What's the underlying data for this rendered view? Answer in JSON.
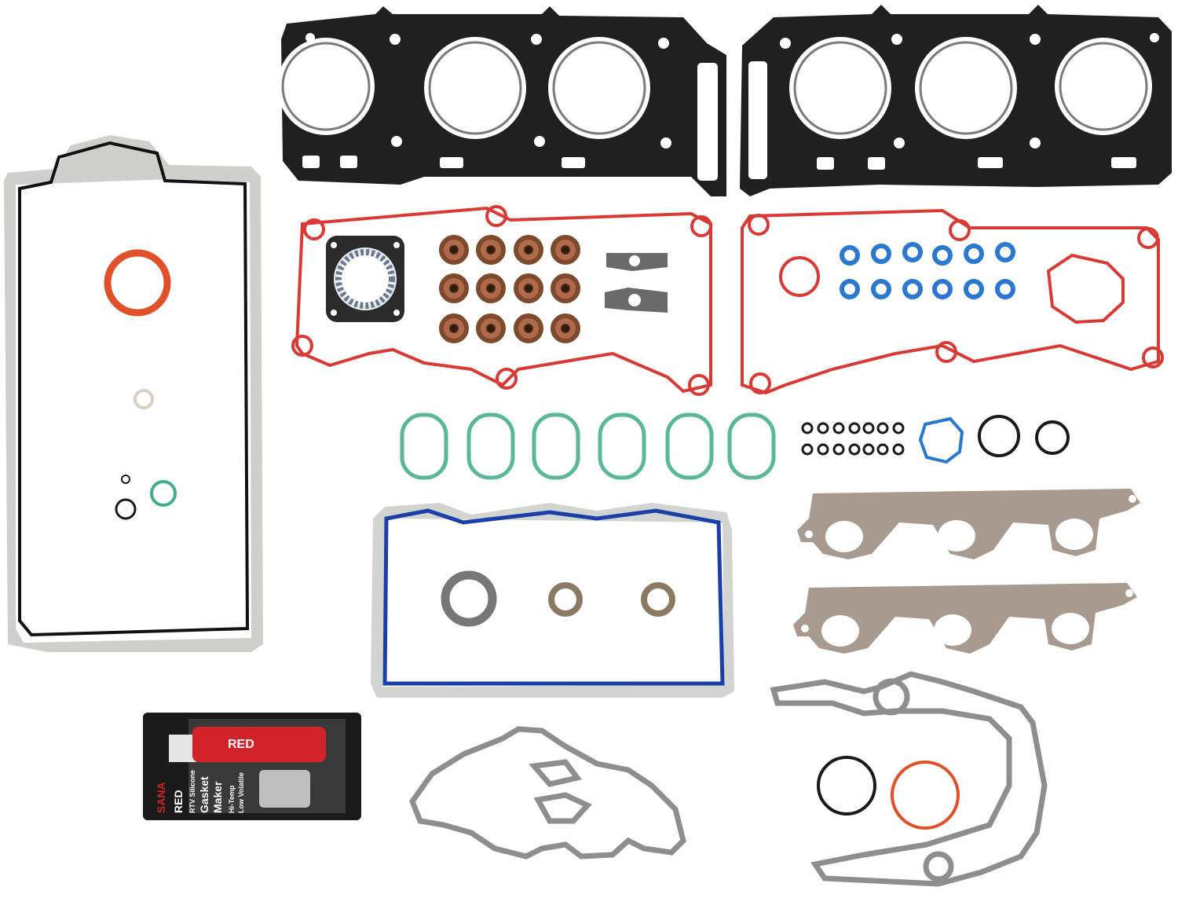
{
  "scene": {
    "background": "#ffffff",
    "colors": {
      "head_gasket": "#1e1e1e",
      "valve_cover": "#d93a35",
      "intake": "#5bb79a",
      "oil_pan_frame": "#cfd0cc",
      "oil_pan_bead": "#1a3fa8",
      "exhaust": "#a89a8e",
      "valve_seal": "#7d4a2e",
      "o_ring_blue": "#2a78d0",
      "o_ring_black": "#1a1a1a",
      "o_ring_orange": "#e0512a",
      "o_ring_green": "#3fb08a",
      "rtv_card": "#1a1a1a",
      "rtv_tube": "#d2232a"
    },
    "parts": {
      "head_gasket_left": {
        "label": "head-gasket"
      },
      "head_gasket_right": {
        "label": "head-gasket"
      },
      "valve_cover_left": {
        "label": "valve-cover-gasket"
      },
      "valve_cover_right": {
        "label": "valve-cover-gasket"
      },
      "oil_pan": {
        "label": "oil-pan-gasket"
      },
      "lower_intake": {
        "label": "lower-intake-gasket"
      },
      "exhaust_upper": {
        "label": "exhaust-manifold-gasket"
      },
      "exhaust_lower": {
        "label": "exhaust-manifold-gasket"
      },
      "timing_cover": {
        "label": "timing-cover-gasket"
      },
      "water_pump": {
        "label": "water-pump-gasket"
      }
    },
    "rtv_package": {
      "brand": "SANA",
      "line1": "RED",
      "line2": "RTV Silicone",
      "line3": "Gasket",
      "line4": "Maker",
      "line5": "Hi-Temp",
      "line6": "Low Volatile"
    }
  }
}
